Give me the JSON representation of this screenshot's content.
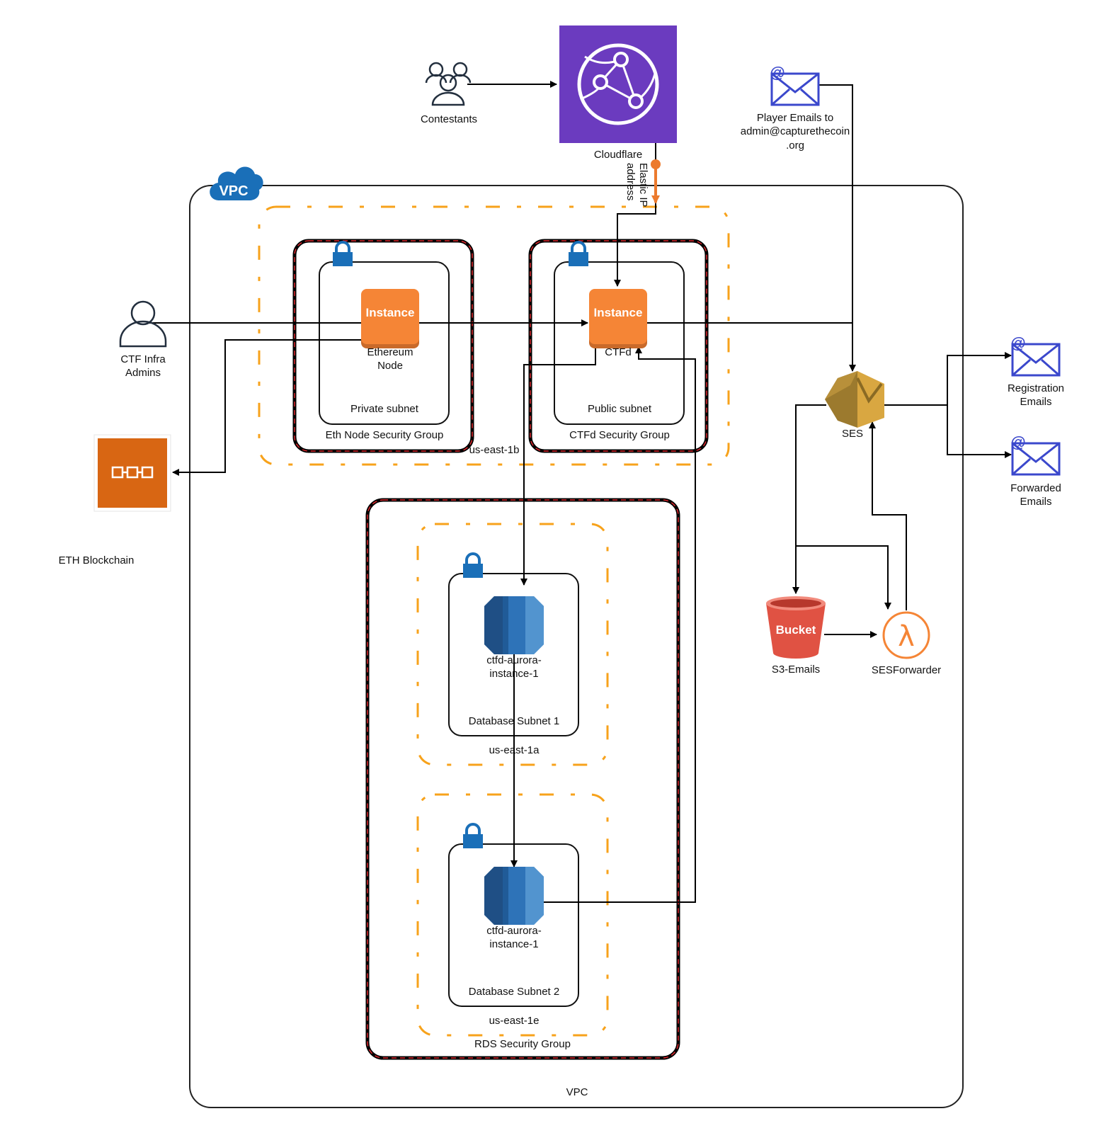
{
  "labels": {
    "contestants": "Contestants",
    "cloudflare": "Cloudflare",
    "elastic_ip": [
      "Elastic IP",
      "address"
    ],
    "player_emails": [
      "Player Emails to",
      "admin@capturethecoin",
      ".org"
    ],
    "vpc_badge": "VPC",
    "vpc": "VPC",
    "ctf_admins": [
      "CTF Infra",
      "Admins"
    ],
    "eth_blockchain": "ETH Blockchain",
    "instance_eth": "Instance",
    "eth_node": [
      "Ethereum",
      "Node"
    ],
    "private_subnet": "Private subnet",
    "eth_sg": "Eth Node Security Group",
    "az_1b": "us-east-1b",
    "instance_ctfd": "Instance",
    "ctfd": "CTFd",
    "public_subnet": "Public subnet",
    "ctfd_sg": "CTFd Security Group",
    "db1": [
      "ctfd-aurora-",
      "instance-1"
    ],
    "db_subnet_1": "Database Subnet 1",
    "az_1a": "us-east-1a",
    "db2": [
      "ctfd-aurora-",
      "instance-1"
    ],
    "db_subnet_2": "Database Subnet 2",
    "az_1e": "us-east-1e",
    "rds_sg": "RDS Security Group",
    "ses": "SES",
    "bucket": "Bucket",
    "s3_emails": "S3-Emails",
    "ses_forwarder": "SESForwarder",
    "registration_emails": [
      "Registration",
      "Emails"
    ],
    "forwarded_emails": [
      "Forwarded",
      "Emails"
    ]
  },
  "colors": {
    "cloudflare": "#6b3bbf",
    "instance": "#f58536",
    "az_border": "#f7a21b",
    "security_group_dash": "#e0282e",
    "lock": "#1a6fb8",
    "vpc_badge": "#1a6fb8",
    "rds": "#2e73b8",
    "ses": "#d9a741",
    "bucket": "#e05243",
    "lambda": "#f58536",
    "email_icon": "#3b48cc",
    "blockchain": "#d86613",
    "elastic_ip": "#ec7a2d"
  },
  "icons": [
    "users-icon",
    "cloudflare-network-icon",
    "email-icon",
    "vpc-cloud-icon",
    "user-icon",
    "blockchain-icon",
    "lock-icon",
    "ec2-instance-icon",
    "rds-database-icon",
    "ses-icon",
    "s3-bucket-icon",
    "lambda-icon"
  ]
}
